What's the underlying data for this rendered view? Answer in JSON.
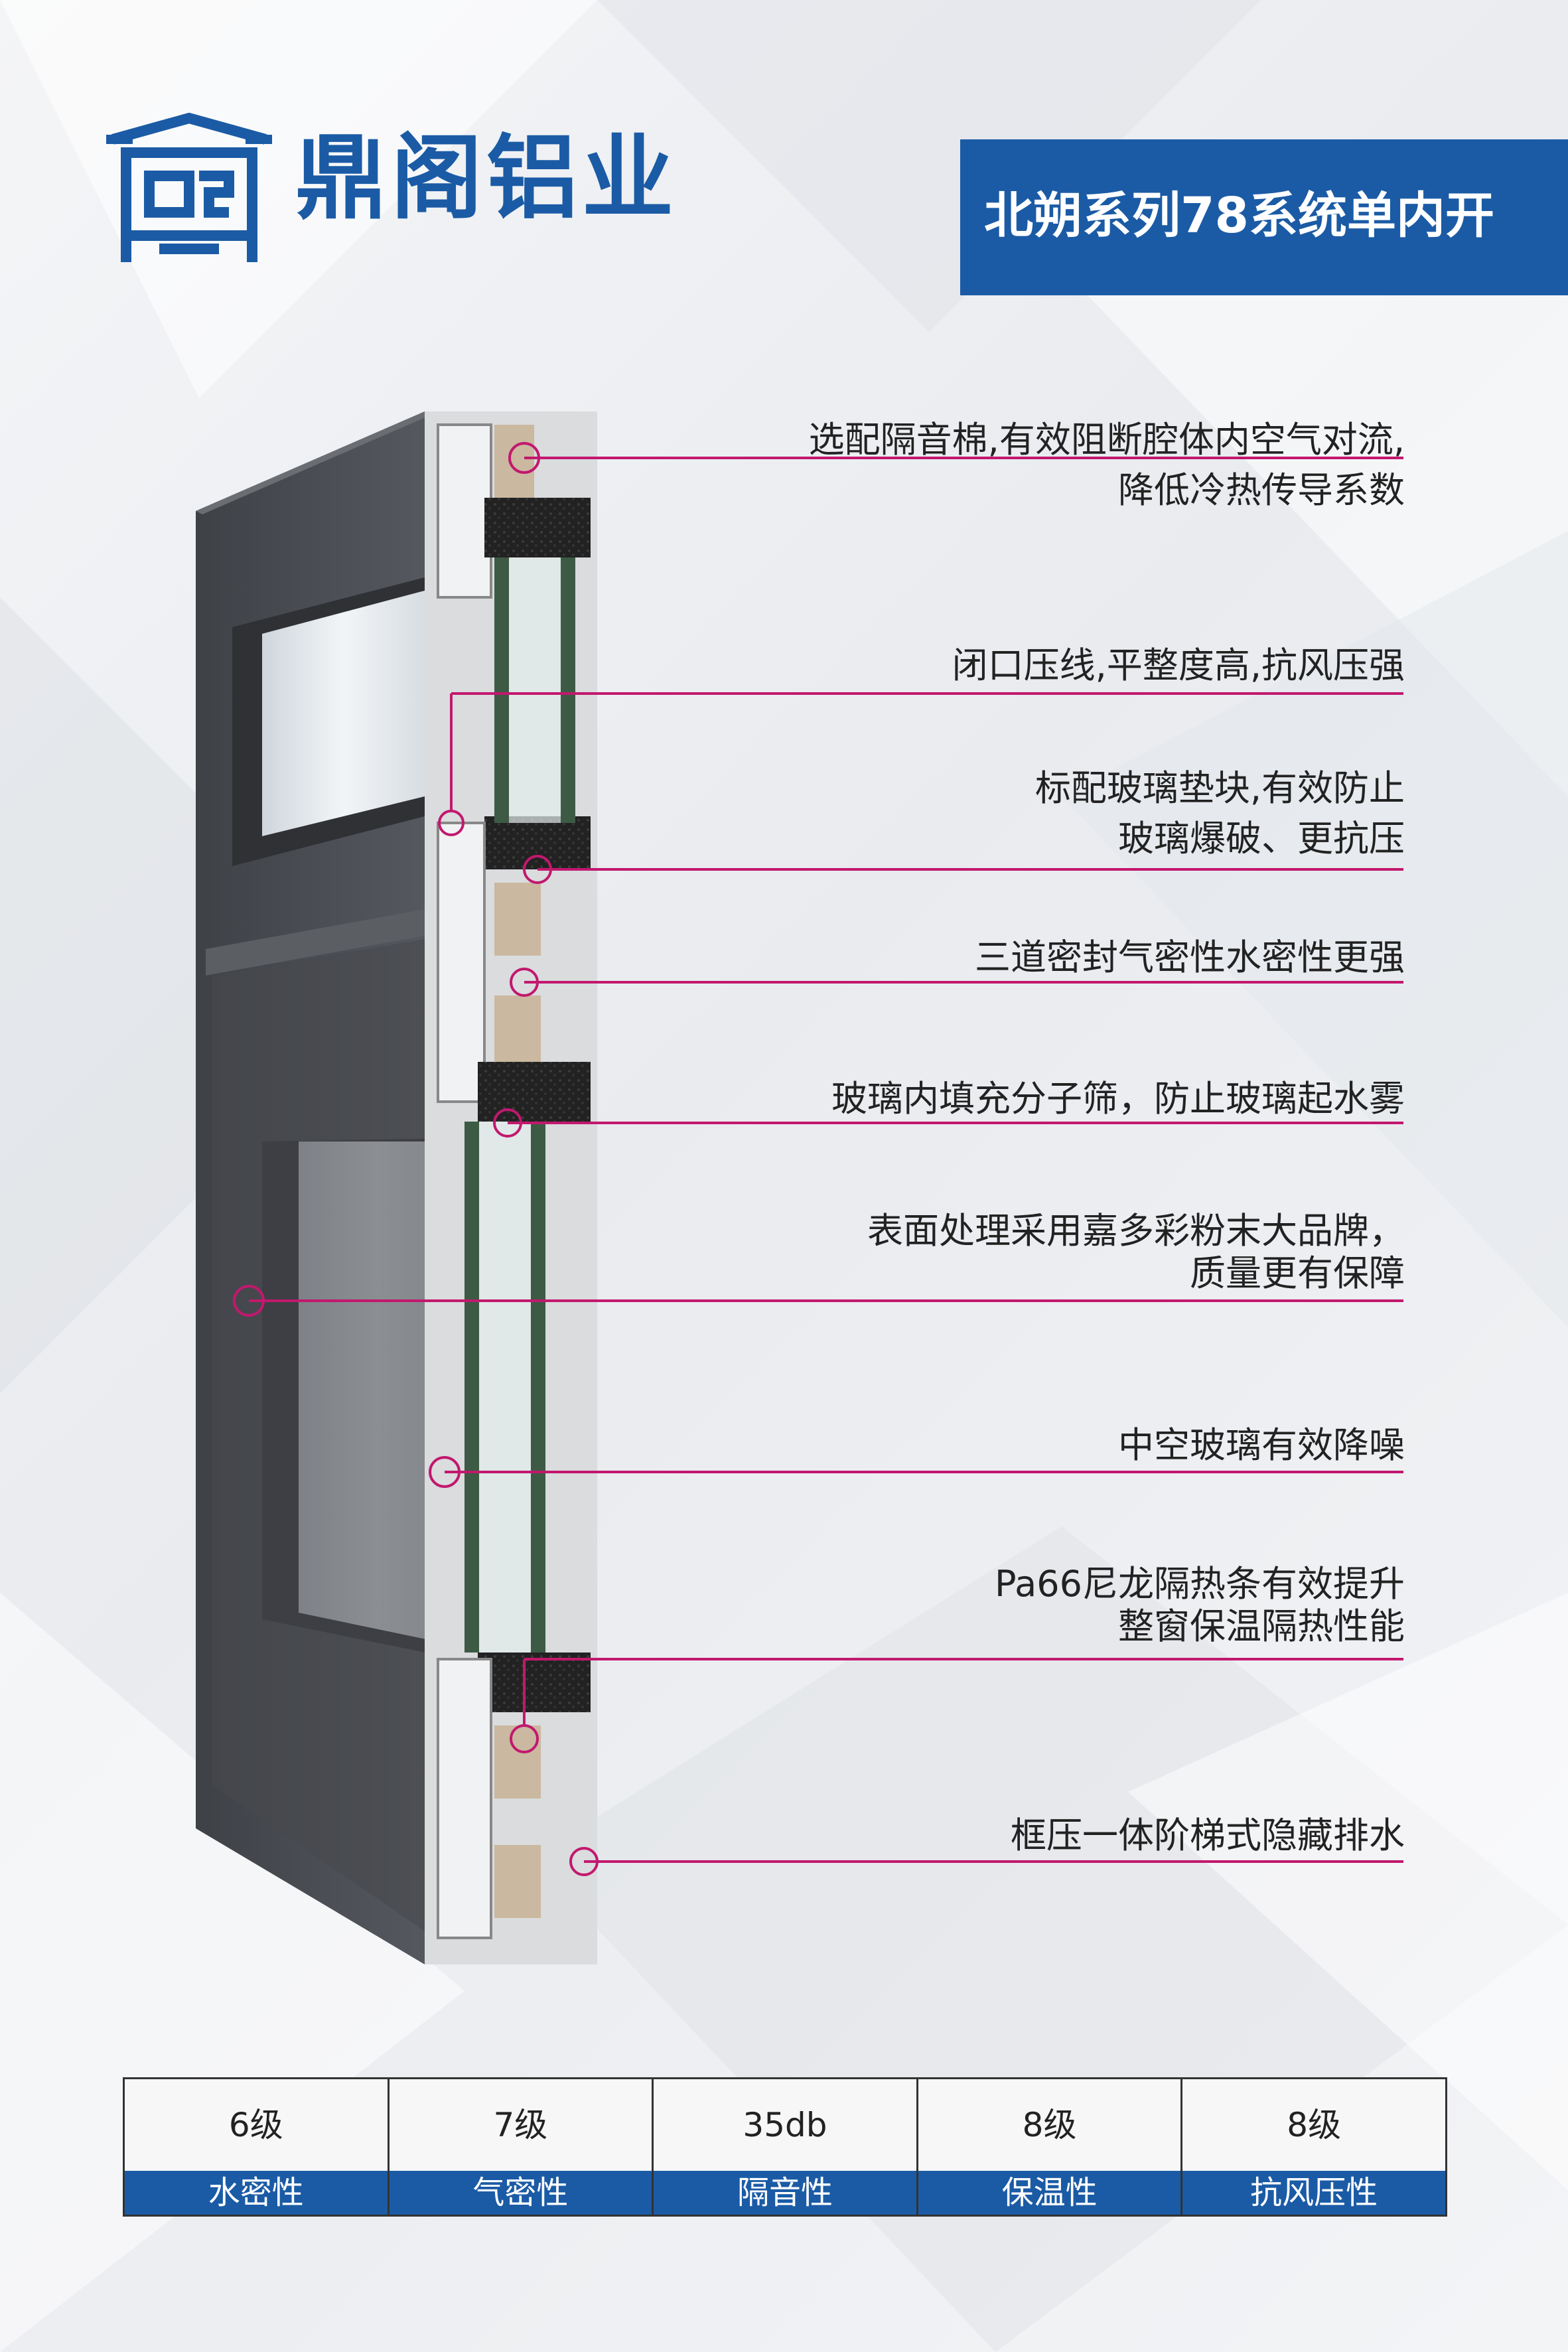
{
  "brand": {
    "name": "鼎阁铝业"
  },
  "header": {
    "title": "北朔系列78系统单内开"
  },
  "features": [
    {
      "lines": [
        "选配隔音棉,有效阻断腔体内空气对流,",
        "降低冷热传导系数"
      ]
    },
    {
      "lines": [
        "闭口压线,平整度高,抗风压强"
      ]
    },
    {
      "lines": [
        "标配玻璃垫块,有效防止",
        "玻璃爆破、更抗压"
      ]
    },
    {
      "lines": [
        "三道密封气密性水密性更强"
      ]
    },
    {
      "lines": [
        "玻璃内填充分子筛，防止玻璃起水雾"
      ]
    },
    {
      "lines": [
        "表面处理采用嘉多彩粉末大品牌，",
        "质量更有保障"
      ]
    },
    {
      "lines": [
        "中空玻璃有效降噪"
      ]
    },
    {
      "lines": [
        "Pa66尼龙隔热条有效提升",
        "整窗保温隔热性能"
      ]
    },
    {
      "lines": [
        "框压一体阶梯式隐藏排水"
      ]
    }
  ],
  "specs": [
    {
      "value": "6级",
      "label": "水密性"
    },
    {
      "value": "7级",
      "label": "气密性"
    },
    {
      "value": "35db",
      "label": "隔音性"
    },
    {
      "value": "8级",
      "label": "保温性"
    },
    {
      "value": "8级",
      "label": "抗风压性"
    }
  ],
  "colors": {
    "brand_blue": "#1b5ba5",
    "callout_pink": "#c2186e",
    "frame_gray": "#4a4d52"
  }
}
